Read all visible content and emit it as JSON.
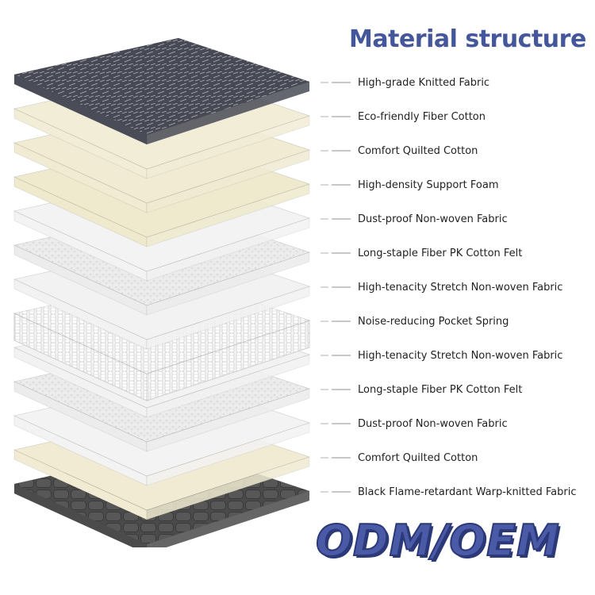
{
  "title": "Material structure",
  "layers": [
    {
      "label": "High-grade Knitted Fabric",
      "fill": "#4a4d58",
      "texture": "knit"
    },
    {
      "label": "Eco-friendly Fiber Cotton",
      "fill": "#f1edd6",
      "texture": "plain"
    },
    {
      "label": "Comfort Quilted Cotton",
      "fill": "#f0ebd2",
      "texture": "plain"
    },
    {
      "label": "High-density Support Foam",
      "fill": "#efe9cd",
      "texture": "plain"
    },
    {
      "label": "Dust-proof Non-woven Fabric",
      "fill": "#f3f3f3",
      "texture": "plain"
    },
    {
      "label": "Long-staple Fiber PK Cotton Felt",
      "fill": "#ececec",
      "texture": "felt"
    },
    {
      "label": "High-tenacity Stretch Non-woven Fabric",
      "fill": "#f2f2f2",
      "texture": "plain"
    },
    {
      "label": "Noise-reducing Pocket Spring",
      "fill": "#f6f6f6",
      "texture": "spring"
    },
    {
      "label": "High-tenacity Stretch Non-woven Fabric",
      "fill": "#f2f2f2",
      "texture": "plain"
    },
    {
      "label": "Long-staple Fiber PK Cotton Felt",
      "fill": "#ececec",
      "texture": "felt"
    },
    {
      "label": "Dust-proof Non-woven Fabric",
      "fill": "#f3f3f3",
      "texture": "plain"
    },
    {
      "label": "Comfort Quilted Cotton",
      "fill": "#f0ebd2",
      "texture": "plain"
    },
    {
      "label": "Black Flame-retardant Warp-knitted Fabric",
      "fill": "#4b4b4b",
      "texture": "quilt"
    }
  ],
  "footer": "ODM/OEM",
  "colors": {
    "title": "#44579a",
    "footer": "#4a5aa6"
  }
}
